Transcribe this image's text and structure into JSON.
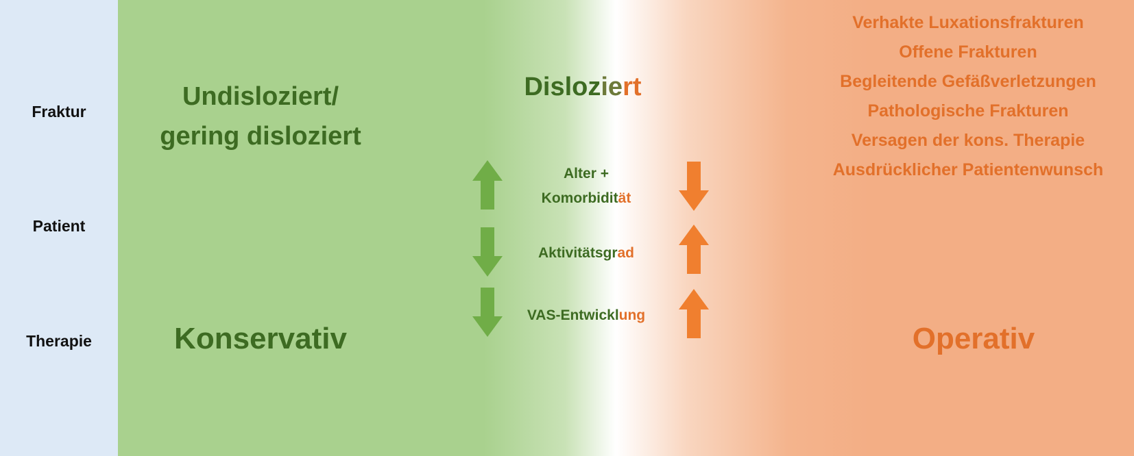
{
  "rows": {
    "fraktur": "Fraktur",
    "patient": "Patient",
    "therapie": "Therapie"
  },
  "fraktur": {
    "undisloziert_line1": "Undisloziert/",
    "undisloziert_line2": "gering disloziert",
    "disloziert_green": "Disloz",
    "disloziert_mid": "ie",
    "disloziert_orange": "rt"
  },
  "factors": {
    "alter_line1": "Alter +",
    "alter_green": "Komorbidit",
    "alter_orange": "ät",
    "aktivitaet_green": "Aktivitätsgr",
    "aktivitaet_orange": "ad",
    "vas_green": "VAS-Entwickl",
    "vas_orange": "ung"
  },
  "arrows": {
    "alter": {
      "conservative": "up",
      "operative": "down"
    },
    "aktivitaet": {
      "conservative": "down",
      "operative": "up"
    },
    "vas": {
      "conservative": "down",
      "operative": "up"
    }
  },
  "criteria": [
    "Verhakte Luxationsfrakturen",
    "Offene Frakturen",
    "Begleitende Gefäßverletzungen",
    "Pathologische Frakturen",
    "Versagen der kons. Therapie",
    "Ausdrücklicher Patientenwunsch"
  ],
  "therapie": {
    "konservativ": "Konservativ",
    "operativ": "Operativ"
  },
  "colors": {
    "sidebar": "#dde9f6",
    "green_fill": "#a9d18e",
    "orange_fill": "#f3ae85",
    "green_text": "#3d6b22",
    "orange_text": "#e2702a",
    "green_arrow": "#70ad47",
    "orange_arrow": "#f07f2f"
  }
}
